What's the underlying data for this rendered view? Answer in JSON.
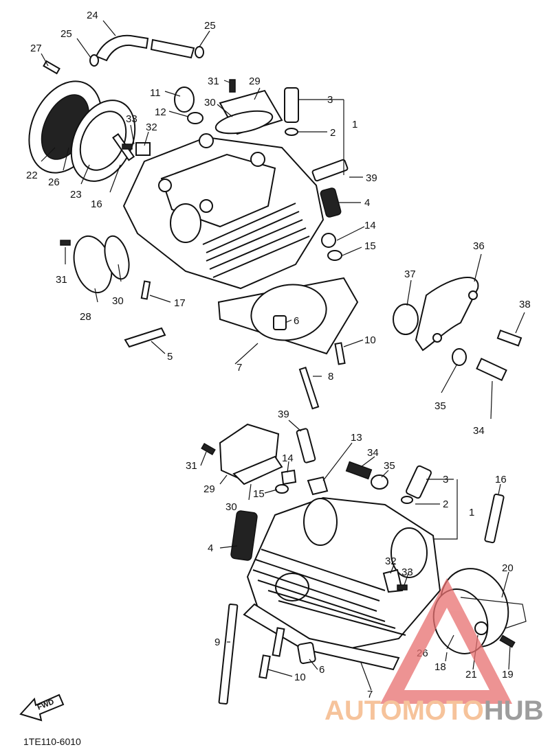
{
  "diagram": {
    "part_code": "1TE110-6010",
    "fwd_label": "FWD",
    "logo": {
      "word_a": "AUTOMOTO",
      "word_b": "HUB",
      "color_a": "#f3b07a",
      "color_b": "#7d7d7d",
      "triangle_color": "#e87070"
    }
  },
  "callouts_top": [
    {
      "num": "24"
    },
    {
      "num": "25"
    },
    {
      "num": "25"
    },
    {
      "num": "27"
    },
    {
      "num": "31"
    },
    {
      "num": "29"
    },
    {
      "num": "3"
    },
    {
      "num": "1"
    },
    {
      "num": "11"
    },
    {
      "num": "30"
    },
    {
      "num": "12"
    },
    {
      "num": "2"
    },
    {
      "num": "33"
    },
    {
      "num": "32"
    },
    {
      "num": "22"
    },
    {
      "num": "26"
    },
    {
      "num": "23"
    },
    {
      "num": "16"
    },
    {
      "num": "39"
    },
    {
      "num": "4"
    },
    {
      "num": "14"
    },
    {
      "num": "15"
    },
    {
      "num": "36"
    },
    {
      "num": "31"
    },
    {
      "num": "30"
    },
    {
      "num": "28"
    },
    {
      "num": "17"
    },
    {
      "num": "37"
    },
    {
      "num": "38"
    },
    {
      "num": "6"
    },
    {
      "num": "10"
    },
    {
      "num": "5"
    },
    {
      "num": "7"
    },
    {
      "num": "8"
    },
    {
      "num": "35"
    },
    {
      "num": "34"
    }
  ],
  "callouts_bottom": [
    {
      "num": "39"
    },
    {
      "num": "13"
    },
    {
      "num": "34"
    },
    {
      "num": "35"
    },
    {
      "num": "3"
    },
    {
      "num": "16"
    },
    {
      "num": "31"
    },
    {
      "num": "14"
    },
    {
      "num": "29"
    },
    {
      "num": "15"
    },
    {
      "num": "30"
    },
    {
      "num": "2"
    },
    {
      "num": "1"
    },
    {
      "num": "4"
    },
    {
      "num": "32"
    },
    {
      "num": "33"
    },
    {
      "num": "20"
    },
    {
      "num": "9"
    },
    {
      "num": "26"
    },
    {
      "num": "18"
    },
    {
      "num": "21"
    },
    {
      "num": "19"
    },
    {
      "num": "6"
    },
    {
      "num": "10"
    },
    {
      "num": "7"
    }
  ]
}
